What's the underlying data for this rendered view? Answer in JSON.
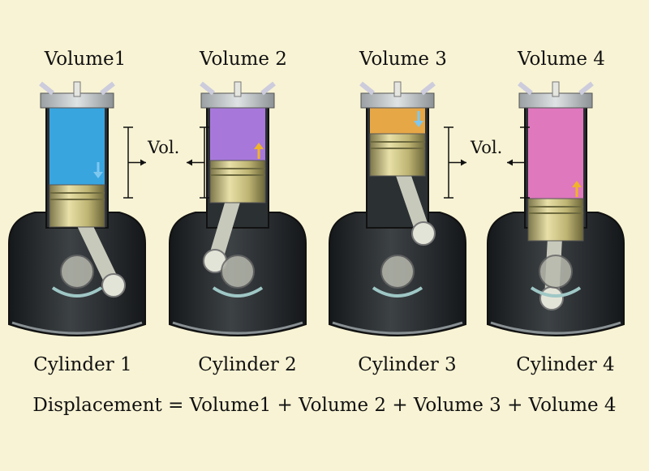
{
  "cylinders": [
    {
      "volume_label": "Volume1",
      "cylinder_label": "Cylinder 1",
      "charge_color": "#3ab0ee",
      "piston_position": "down"
    },
    {
      "volume_label": "Volume 2",
      "cylinder_label": "Cylinder 2",
      "charge_color": "#b27fe8",
      "piston_position": "up"
    },
    {
      "volume_label": "Volume 3",
      "cylinder_label": "Cylinder 3",
      "charge_color": "#f6b248",
      "piston_position": "top"
    },
    {
      "volume_label": "Volume 4",
      "cylinder_label": "Cylinder 4",
      "charge_color": "#ef7fc9",
      "piston_position": "bottom"
    }
  ],
  "vol_markers": [
    {
      "label": "Vol."
    },
    {
      "label": "Vol."
    }
  ],
  "formula": "Displacement = Volume1 + Volume 2 + Volume 3 + Volume 4",
  "colors": {
    "background": "#f8f3d4",
    "crankcase": "#2f3336",
    "piston": "#c9c083",
    "connecting_rod": "#c7c9bb",
    "arrow_down": "#7ec8f0",
    "arrow_up": "#f0b429"
  }
}
